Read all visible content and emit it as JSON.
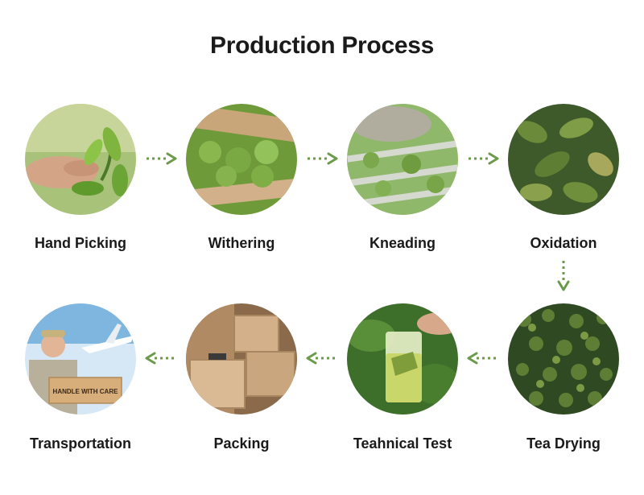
{
  "title": "Production Process",
  "colors": {
    "arrow": "#6b9a4a",
    "text": "#1a1a1a"
  },
  "steps": [
    {
      "label": "Hand Picking",
      "icon": "hand-picking-photo"
    },
    {
      "label": "Withering",
      "icon": "withering-photo"
    },
    {
      "label": "Kneading",
      "icon": "kneading-photo"
    },
    {
      "label": "Oxidation",
      "icon": "oxidation-photo"
    },
    {
      "label": "Tea Drying",
      "icon": "tea-drying-photo"
    },
    {
      "label": "Teahnical Test",
      "icon": "technical-test-photo"
    },
    {
      "label": "Packing",
      "icon": "packing-photo"
    },
    {
      "label": "Transportation",
      "icon": "transportation-photo",
      "box_text": "HANDLE WITH CARE"
    }
  ]
}
